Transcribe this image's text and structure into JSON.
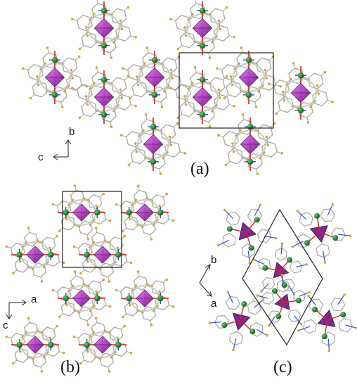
{
  "panels": [
    {
      "id": "a",
      "label": "(a)",
      "axis_h": "c",
      "axis_v": "b"
    },
    {
      "id": "b",
      "label": "(b)",
      "axis_h": "a",
      "axis_v": "c"
    },
    {
      "id": "c",
      "label": "(c)",
      "axis_up": "b",
      "axis_down": "a"
    }
  ],
  "colors": {
    "polyhedron": "#b547c8",
    "polyhedron_dark": "#5c2063",
    "metal": "#1f7a2e",
    "oxygen": "#d62020",
    "nitrogen": "#3050d8",
    "carbon": "#a8a8a8",
    "hydrogen": "#d8a630",
    "cell": "#222222"
  }
}
